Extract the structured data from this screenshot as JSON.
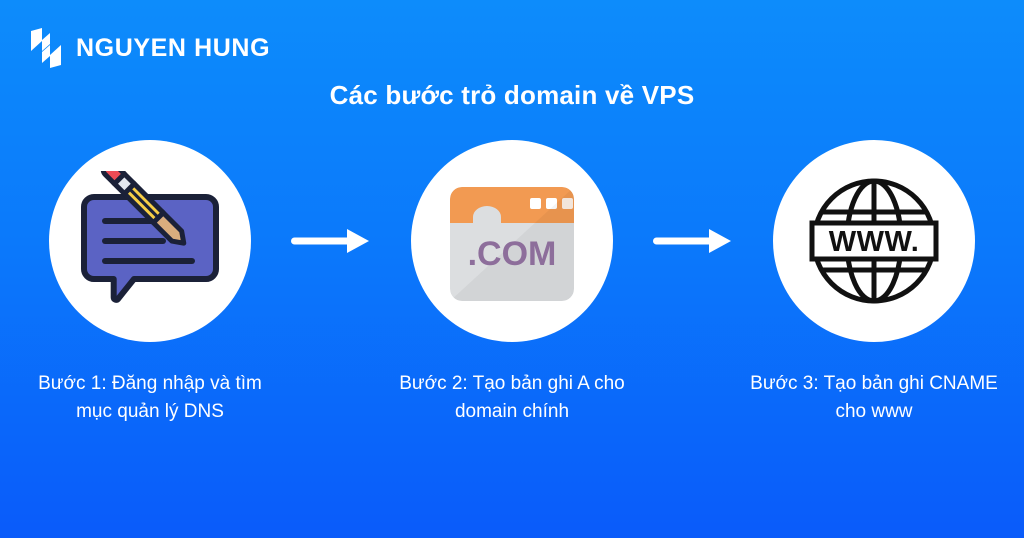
{
  "brand": {
    "name": "NGUYEN HUNG",
    "logo_icon": "nguyen-hung-monogram-icon"
  },
  "title": "Các bước trỏ domain về VPS",
  "colors": {
    "background_top": "#0D8CFB",
    "background_bottom": "#0A5BFA",
    "circle": "#FFFFFF",
    "text": "#FFFFFF",
    "bubble_fill": "#5B63C4",
    "bubble_stroke": "#1B2138",
    "pencil_body": "#F7CE46",
    "pencil_wood": "#D9AD7E",
    "pencil_ferrule": "#E3E7EF",
    "pencil_eraser": "#EE4B55",
    "browser_bar": "#F29A52",
    "browser_body": "#DCDEE0",
    "dotcom_text": "#8D6E9B",
    "globe_stroke": "#111111"
  },
  "steps": [
    {
      "icon": "speech-bubble-pencil-icon",
      "icon_label": "Edit DNS record",
      "caption": "Bước 1: Đăng nhập và tìm mục quản lý DNS"
    },
    {
      "icon": "browser-window-dotcom-icon",
      "icon_label": ".COM browser window",
      "browser_text": ".COM",
      "caption": "Bước 2: Tạo bản ghi A cho domain chính"
    },
    {
      "icon": "globe-www-icon",
      "icon_label": "WWW globe",
      "globe_text": "WWW.",
      "caption": "Bước 3: Tạo bản ghi CNAME cho www"
    }
  ],
  "arrows": [
    {
      "icon": "arrow-right-icon"
    },
    {
      "icon": "arrow-right-icon"
    }
  ]
}
